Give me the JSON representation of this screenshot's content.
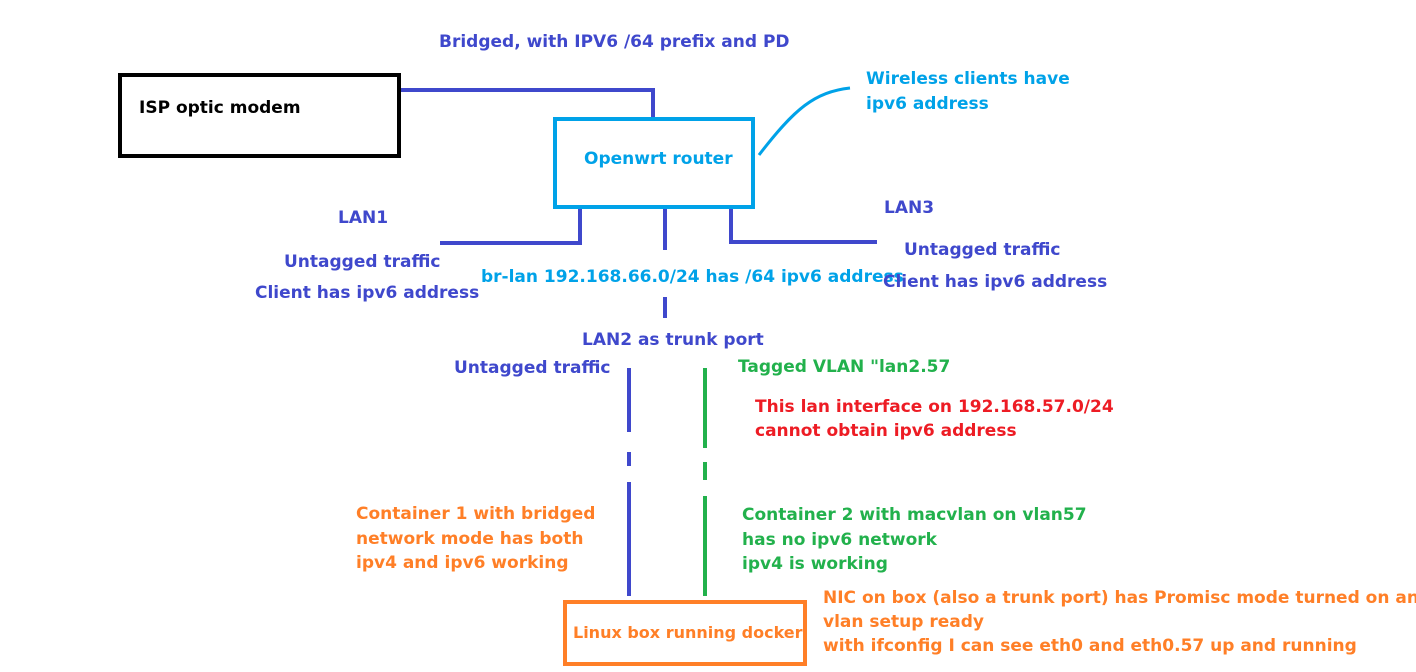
{
  "colors": {
    "blue": "#3f48cc",
    "cyan": "#00a2e8",
    "green": "#22b14c",
    "red": "#ed1c24",
    "orange": "#ff7f27",
    "black": "#000000"
  },
  "nodes": {
    "isp_modem": "ISP optic modem",
    "router": "Openwrt router",
    "linux_box": "Linux box running docker"
  },
  "labels": {
    "bridged": "Bridged, with IPV6 /64 prefix and PD",
    "wireless_1": "Wireless clients have",
    "wireless_2": "ipv6 address",
    "lan1": "LAN1",
    "lan1_untagged": "Untagged traffic",
    "lan1_client": "Client has ipv6 address",
    "br_lan": "br-lan 192.168.66.0/24 has /64 ipv6 address",
    "lan3": "LAN3",
    "lan3_untagged": "Untagged traffic",
    "lan3_client": "Client has ipv6 address",
    "lan2_trunk": "LAN2 as trunk port",
    "lan2_untagged": "Untagged traffic",
    "tagged_vlan": "Tagged VLAN \"lan2.57",
    "vlan_issue_1": "This lan interface on 192.168.57.0/24",
    "vlan_issue_2": "cannot obtain ipv6 address",
    "container1_1": "Container 1 with bridged",
    "container1_2": "network mode has both",
    "container1_3": "ipv4 and ipv6 working",
    "container2_1": "Container 2 with macvlan on vlan57",
    "container2_2": "has no ipv6 network",
    "container2_3": "ipv4 is working",
    "nic_1": "NIC on box (also a trunk port) has Promisc mode turned on and",
    "nic_2": "vlan setup ready",
    "nic_3": "with ifconfig I can see eth0 and eth0.57 up and running"
  }
}
